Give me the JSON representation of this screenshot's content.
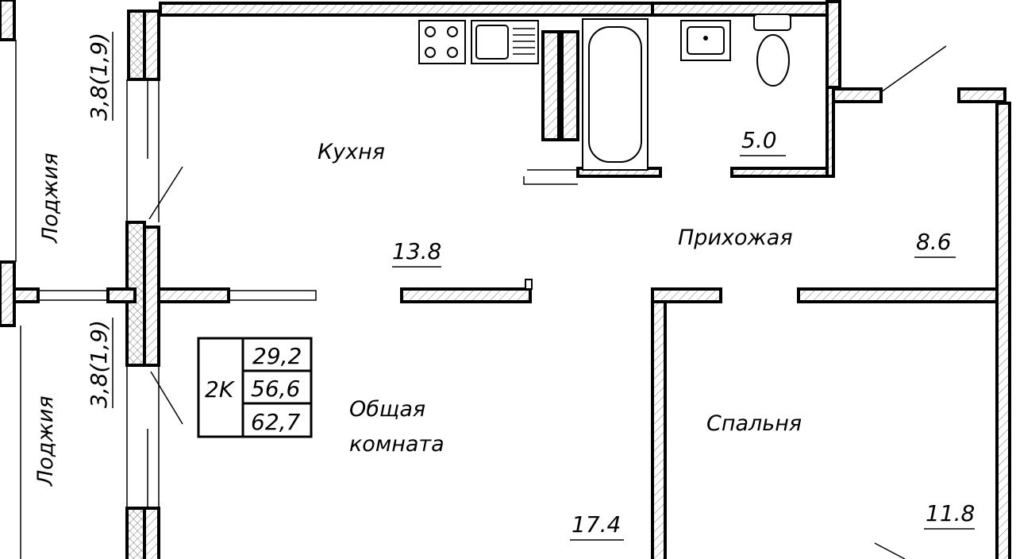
{
  "rooms": {
    "kitchen": {
      "label": "Кухня",
      "area": "13.8"
    },
    "bathroom": {
      "area": "5.0"
    },
    "hallway": {
      "label": "Прихожая",
      "area": "8.6"
    },
    "living": {
      "label_line1": "Общая",
      "label_line2": "комната",
      "area": "17.4"
    },
    "bedroom": {
      "label": "Спальня",
      "area": "11.8"
    },
    "loggia_top": {
      "label": "Лоджия",
      "area": "3,8(1,9)"
    },
    "loggia_bottom": {
      "label": "Лоджия",
      "area": "3,8(1,9)"
    }
  },
  "summary": {
    "type": "2K",
    "living_area": "29,2",
    "useful_area": "56,6",
    "total_area": "62,7"
  }
}
